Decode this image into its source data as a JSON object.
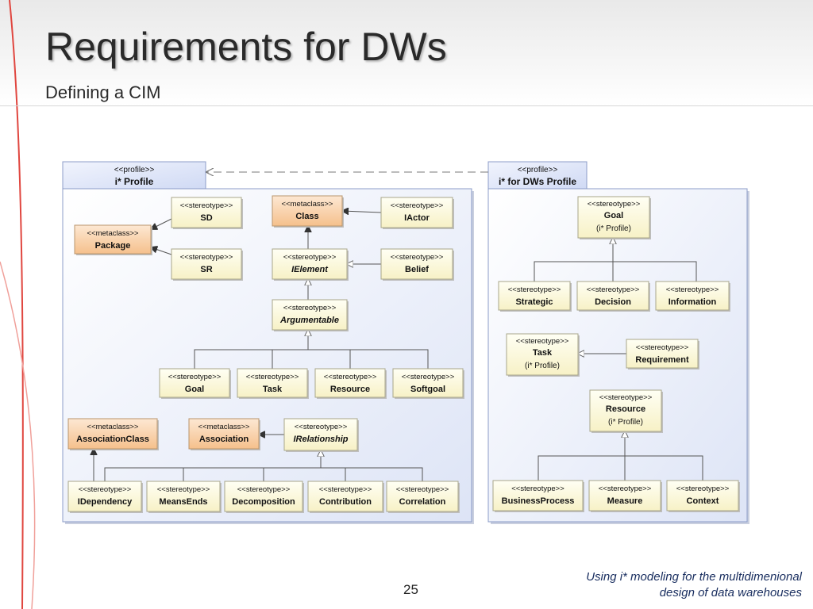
{
  "slide": {
    "title": "Requirements for DWs",
    "subtitle": "Defining a CIM",
    "page_number": "25",
    "footer_line1": "Using i* modeling for the multidimenional",
    "footer_line2": "design of data warehouses"
  },
  "colors": {
    "package_fill": "#e6ebfa",
    "package_border": "#8c9cc8",
    "stereotype_fill": "#fdfbdc",
    "metaclass_fill": "#f9d3aa",
    "accent_curve": "#e0463f"
  },
  "diagram": {
    "packages": [
      {
        "id": "iprofile",
        "stereotype": "<<profile>>",
        "name": "i* Profile"
      },
      {
        "id": "dwprofile",
        "stereotype": "<<profile>>",
        "name": "i* for DWs Profile"
      }
    ],
    "boxes": [
      {
        "id": "sd",
        "stereotype": "<<stereotype>>",
        "name": "SD"
      },
      {
        "id": "sr",
        "stereotype": "<<stereotype>>",
        "name": "SR"
      },
      {
        "id": "package",
        "stereotype": "<<metaclass>>",
        "name": "Package"
      },
      {
        "id": "class",
        "stereotype": "<<metaclass>>",
        "name": "Class"
      },
      {
        "id": "iactor",
        "stereotype": "<<stereotype>>",
        "name": "IActor"
      },
      {
        "id": "ielement",
        "stereotype": "<<stereotype>>",
        "name": "IElement"
      },
      {
        "id": "belief",
        "stereotype": "<<stereotype>>",
        "name": "Belief"
      },
      {
        "id": "argumentable",
        "stereotype": "<<stereotype>>",
        "name": "Argumentable"
      },
      {
        "id": "goal",
        "stereotype": "<<stereotype>>",
        "name": "Goal"
      },
      {
        "id": "task",
        "stereotype": "<<stereotype>>",
        "name": "Task"
      },
      {
        "id": "resource",
        "stereotype": "<<stereotype>>",
        "name": "Resource"
      },
      {
        "id": "softgoal",
        "stereotype": "<<stereotype>>",
        "name": "Softgoal"
      },
      {
        "id": "associationclass",
        "stereotype": "<<metaclass>>",
        "name": "AssociationClass"
      },
      {
        "id": "association",
        "stereotype": "<<metaclass>>",
        "name": "Association"
      },
      {
        "id": "irelationship",
        "stereotype": "<<stereotype>>",
        "name": "IRelationship"
      },
      {
        "id": "idependency",
        "stereotype": "<<stereotype>>",
        "name": "IDependency"
      },
      {
        "id": "meansends",
        "stereotype": "<<stereotype>>",
        "name": "MeansEnds"
      },
      {
        "id": "decomposition",
        "stereotype": "<<stereotype>>",
        "name": "Decomposition"
      },
      {
        "id": "contribution",
        "stereotype": "<<stereotype>>",
        "name": "Contribution"
      },
      {
        "id": "correlation",
        "stereotype": "<<stereotype>>",
        "name": "Correlation"
      },
      {
        "id": "dw-goal",
        "stereotype": "<<stereotype>>",
        "name": "Goal",
        "note": "(i* Profile)"
      },
      {
        "id": "strategic",
        "stereotype": "<<stereotype>>",
        "name": "Strategic"
      },
      {
        "id": "decision",
        "stereotype": "<<stereotype>>",
        "name": "Decision"
      },
      {
        "id": "information",
        "stereotype": "<<stereotype>>",
        "name": "Information"
      },
      {
        "id": "dw-task",
        "stereotype": "<<stereotype>>",
        "name": "Task",
        "note": "(i* Profile)"
      },
      {
        "id": "requirement",
        "stereotype": "<<stereotype>>",
        "name": "Requirement"
      },
      {
        "id": "dw-resource",
        "stereotype": "<<stereotype>>",
        "name": "Resource",
        "note": "(i* Profile)"
      },
      {
        "id": "businessprocess",
        "stereotype": "<<stereotype>>",
        "name": "BusinessProcess"
      },
      {
        "id": "measure",
        "stereotype": "<<stereotype>>",
        "name": "Measure"
      },
      {
        "id": "context",
        "stereotype": "<<stereotype>>",
        "name": "Context"
      }
    ]
  }
}
